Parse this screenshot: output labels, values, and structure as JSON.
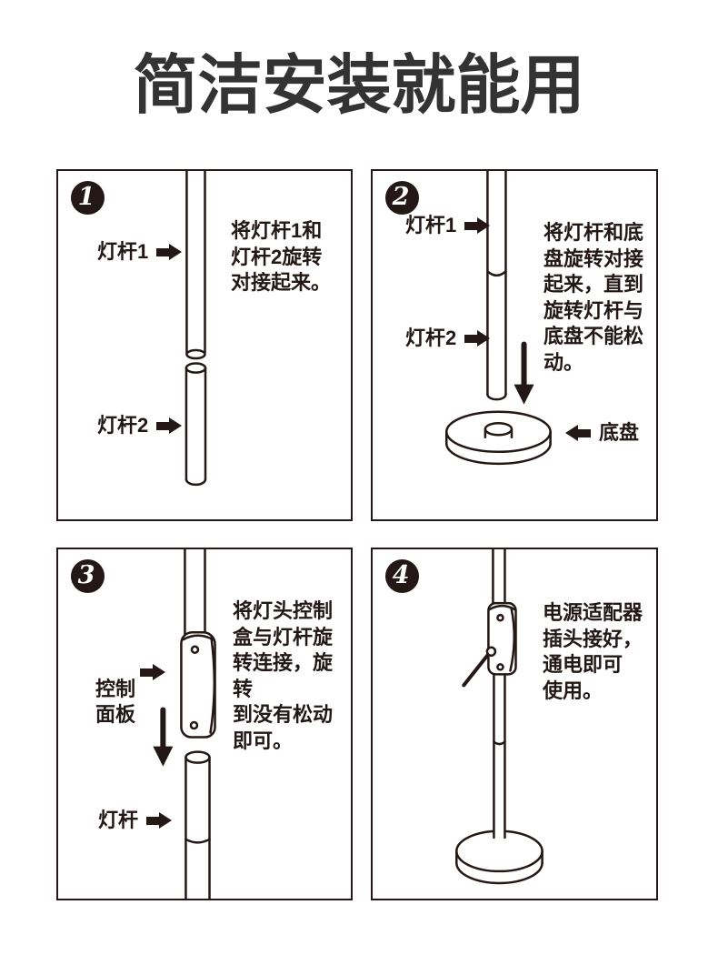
{
  "title": "简洁安装就能用",
  "colors": {
    "ink": "#231815",
    "title_text": "#333333",
    "background": "#ffffff"
  },
  "icons": {
    "right_arrow": "right-arrow-icon",
    "left_arrow": "left-arrow-icon",
    "down_arrow": "down-arrow-icon"
  },
  "steps": [
    {
      "number": "1",
      "callouts": {
        "pole1": "灯杆1",
        "pole2": "灯杆2"
      },
      "instruction": "将灯杆1和\n灯杆2旋转\n对接起来。"
    },
    {
      "number": "2",
      "callouts": {
        "pole1": "灯杆1",
        "pole2": "灯杆2",
        "base": "底盘"
      },
      "instruction": "将灯杆和底\n盘旋转对接\n起来，直到\n旋转灯杆与\n底盘不能松\n动。"
    },
    {
      "number": "3",
      "callouts": {
        "control_panel": "控制\n面板",
        "pole": "灯杆"
      },
      "instruction": "将灯头控制\n盒与灯杆旋\n转连接，旋转\n到没有松动\n即可。"
    },
    {
      "number": "4",
      "callouts": {},
      "instruction": "电源适配器\n插头接好，\n通电即可\n使用。"
    }
  ]
}
